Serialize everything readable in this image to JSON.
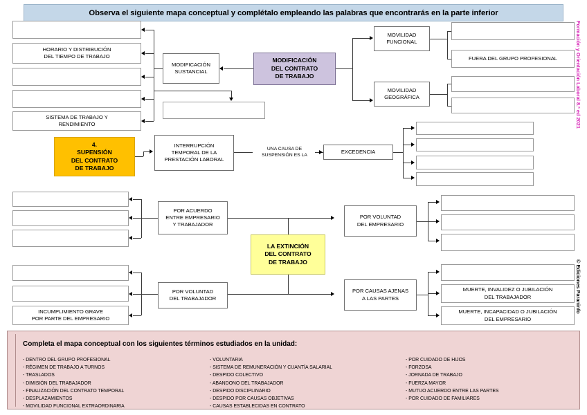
{
  "banner": {
    "text": "Observa el siguiente mapa conceptual y complétalo empleando las palabras que encontrarás en la parte inferior"
  },
  "credits": {
    "top": "Formación y Orientación Laboral 8.ª ed 2021",
    "bottom": "© Ediciones Paraninfo"
  },
  "nodes": {
    "mod_contrato": "MODIFICACIÓN\nDEL CONTRATO\nDE TRABAJO",
    "mod_sustancial": "MODIFICACIÓN\nSUSTANCIAL",
    "mod_empty_below": "",
    "left_1": "",
    "left_2": "HORARIO Y DISTRIBUCIÓN\nDEL TIEMPO DE TRABAJO",
    "left_3": "",
    "left_4": "",
    "left_5": "SISTEMA DE TRABAJO Y\nRENDIMIENTO",
    "mov_funcional": "MOVILIDAD\nFUNCIONAL",
    "mov_geografica": "MOVILIDAD\nGEOGRÁFICA",
    "mf_1": "",
    "mf_2": "FUERA DEL GRUPO PROFESIONAL",
    "mg_1": "",
    "mg_2": "",
    "suspension": "4.\nSUPENSIÓN\nDEL CONTRATO\nDE TRABAJO",
    "interrupcion": "INTERRUPCIÓN\nTEMPORAL DE LA\nPRESTACIÓN LABORAL",
    "una_causa": "UNA CAUSA DE\nSUSPENSIÓN ES LA",
    "excedencia": "EXCEDENCIA",
    "exc_1": "",
    "exc_2": "",
    "exc_3": "",
    "exc_4": "",
    "extincion": "LA EXTINCIÓN\nDEL CONTRATO\nDE TRABAJO",
    "por_acuerdo": "POR ACUERDO\nENTRE EMPRESARIO\nY TRABAJADOR",
    "acuerdo_1": "",
    "acuerdo_2": "",
    "acuerdo_3": "",
    "por_voluntad_trab": "POR VOLUNTAD\nDEL TRABAJADOR",
    "vt_1": "",
    "vt_2": "",
    "vt_3": "INCUMPLIMIENTO GRAVE\nPOR PARTE DEL EMPRESARIO",
    "por_voluntad_emp": "POR VOLUNTAD\nDEL EMPRESARIO",
    "ve_1": "",
    "ve_2": "",
    "ve_3": "",
    "por_causas_ajenas": "POR CAUSAS AJENAS\nA LAS PARTES",
    "ca_1": "",
    "ca_2": "MUERTE, INVALIDEZ O JUBILACIÓN\nDEL TRABAJADOR",
    "ca_3": "MUERTE, INCAPACIDAD O JUBILACIÓN\nDEL EMPRESARIO"
  },
  "wordbank": {
    "title": "Completa el mapa conceptual con los siguientes términos estudiados en la unidad:",
    "columns": [
      [
        "- DENTRO DEL GRUPO PROFESIONAL",
        "- RÉGIMEN DE TRABAJO A TURNOS",
        "- TRASLADOS",
        "- DIMISIÓN DEL TRABAJADOR",
        "- FINALIZACIÓN DEL CONTRATO TEMPORAL",
        "- DESPLAZAMIENTOS",
        "- MOVILIDAD FUNCIONAL EXTRAORDINARIA"
      ],
      [
        "- VOLUNTARIA",
        "- SISTEMA DE REMUNERACIÓN Y CUANTÍA SALARIAL",
        "- DESPIDO COLECTIVO",
        "- ABANDONO DEL TRABAJADOR",
        "- DESPIDO DISCIPLINARIO",
        "- DESPIDO POR CAUSAS OBJETIVAS",
        "- CAUSAS ESTABLECIDAS EN CONTRATO"
      ],
      [
        "- POR CUIDADO DE HIJOS",
        "- FORZOSA",
        "- JORNADA DE TRABAJO",
        "- FUERZA MAYOR",
        "- MUTUO ACUERDO ENTRE LAS PARTES",
        "- POR CUIDADO DE FAMILIARES"
      ]
    ]
  },
  "colors": {
    "banner_bg": "#c4d7e8",
    "purple_node": "#cdc3de",
    "orange_node": "#ffc000",
    "yellow_node": "#ffff99",
    "wordbank_bg": "#efd4d4",
    "credit_magenta": "#d61fb5"
  }
}
